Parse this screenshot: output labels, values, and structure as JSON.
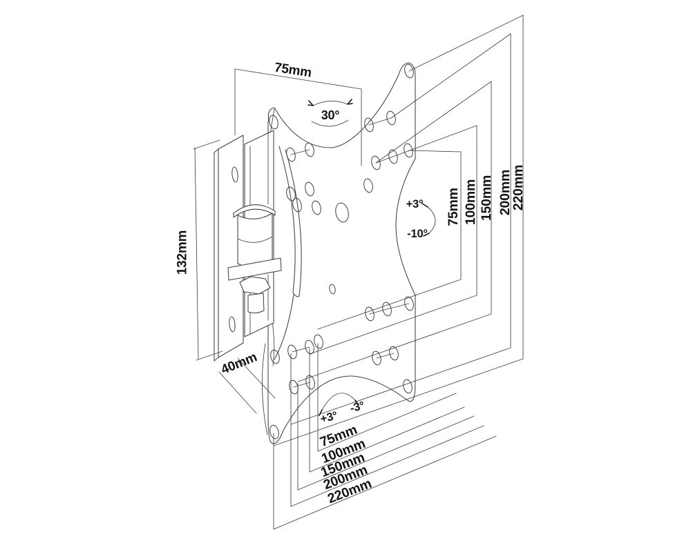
{
  "drawing_type": "wall-mount bracket dimension drawing",
  "colors": {
    "background": "#ffffff",
    "line": "#3f3f3f",
    "label": "#141414"
  },
  "dimensions": {
    "top_width": "75mm",
    "bracket_height": "132mm",
    "bracket_depth": "40mm"
  },
  "angles": {
    "swivel": "30°",
    "tilt_up": "+3°",
    "tilt_down": "-10°",
    "bottom_tilt_left": "+3°",
    "bottom_tilt_right": "-3°"
  },
  "vesa_sizes_right": [
    "75mm",
    "100mm",
    "150mm",
    "200mm",
    "220mm"
  ],
  "vesa_sizes_bottom": [
    "75mm",
    "100mm",
    "150mm",
    "200mm",
    "220mm"
  ]
}
